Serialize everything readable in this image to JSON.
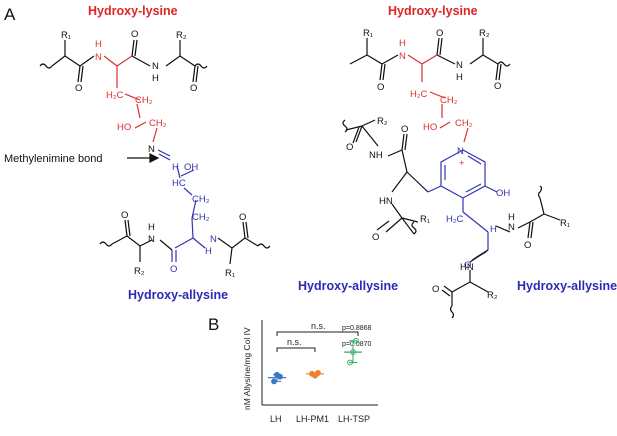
{
  "panel_a_label": "A",
  "panel_b_label": "B",
  "left_structure": {
    "top_title": "Hydroxy-lysine",
    "bottom_title": "Hydroxy-allysine",
    "bond_label": "Methylenimine bond"
  },
  "right_structure": {
    "top_title": "Hydroxy-lysine",
    "bottom_left_title": "Hydroxy-allysine",
    "bottom_right_title": "Hydroxy-allysine"
  },
  "atoms": {
    "R1": "R₁",
    "R2": "R₂",
    "O": "O",
    "N": "N",
    "H": "H",
    "NH": "NH",
    "HN": "HN",
    "OH": "OH",
    "HO": "HO",
    "H2C": "H₂C",
    "CH2": "CH₂",
    "HC": "HC",
    "plus": "+"
  },
  "chart_data": {
    "type": "scatter",
    "ylabel": "nM Allysine/mg Col IV",
    "categories": [
      "LH",
      "LH-PM1",
      "LH-TSP"
    ],
    "series": [
      {
        "category": "LH",
        "values": [
          24.5,
          25.2,
          25.0
        ],
        "mean": 24.9,
        "color": "#3a78c2"
      },
      {
        "category": "LH-PM1",
        "values": [
          25.3,
          25.1,
          25.4
        ],
        "mean": 25.3,
        "color": "#f07f30"
      },
      {
        "category": "LH-TSP",
        "values": [
          26.5,
          27.6,
          28.8
        ],
        "mean": 27.6,
        "color": "#3aa66a"
      }
    ],
    "ylim": [
      22,
      31
    ],
    "annotations": [
      {
        "from": "LH",
        "to": "LH-PM1",
        "text": "n.s.",
        "p": "p=0.0870"
      },
      {
        "from": "LH",
        "to": "LH-TSP",
        "text": "n.s.",
        "p": "p=0.8868"
      }
    ]
  }
}
